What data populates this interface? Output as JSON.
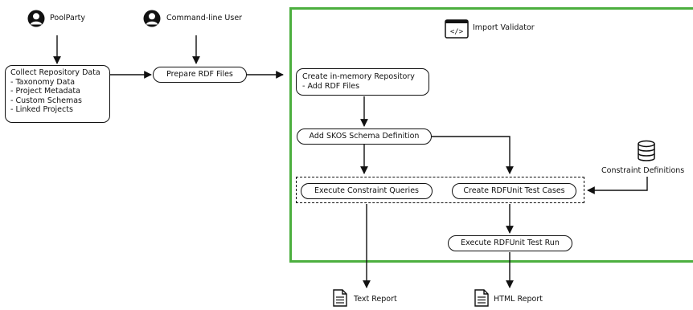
{
  "actors": {
    "poolparty": {
      "label": "PoolParty",
      "icon": "user-icon"
    },
    "cli_user": {
      "label": "Command-line User",
      "icon": "user-icon"
    }
  },
  "collect": {
    "title": "Collect Repository Data",
    "items": [
      "- Taxonomy Data",
      "- Project Metadata",
      "- Custom Schemas",
      "- Linked Projects"
    ]
  },
  "prepare": {
    "label": "Prepare RDF Files"
  },
  "validator": {
    "title": "Import Validator",
    "icon": "code-window-icon",
    "create_repo": {
      "title": "Create in-memory Repository",
      "sub": "- Add RDF Files"
    },
    "add_skos": {
      "label": "Add SKOS Schema Definition"
    },
    "exec_queries": {
      "label": "Execute Constraint Queries"
    },
    "create_tests": {
      "label": "Create RDFUnit Test Cases"
    },
    "exec_run": {
      "label": "Execute RDFUnit Test Run"
    }
  },
  "constraints": {
    "label": "Constraint Definitions",
    "icon": "database-icon"
  },
  "outputs": {
    "text_report": {
      "label": "Text Report",
      "icon": "document-icon"
    },
    "html_report": {
      "label": "HTML Report",
      "icon": "document-icon"
    }
  },
  "colors": {
    "frame": "#4caf3f",
    "stroke": "#111111"
  }
}
